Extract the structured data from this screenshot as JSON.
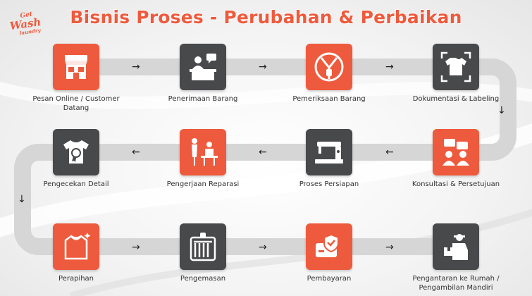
{
  "header": {
    "title": "Bisnis Proses - Perubahan & Perbaikan",
    "logo": {
      "line1": "Get",
      "line2": "Wash",
      "line3": "laundry"
    }
  },
  "steps": [
    {
      "label": "Pesan Online / Customer Datang",
      "icon": "storefront-icon",
      "color": "#ee5a3d"
    },
    {
      "label": "Penerimaan Barang",
      "icon": "reception-desk-icon",
      "color": "#48494b"
    },
    {
      "label": "Pemeriksaan Barang",
      "icon": "zipper-icon",
      "color": "#ee5a3d"
    },
    {
      "label": "Dokumentasi & Labeling",
      "icon": "shirt-photo-icon",
      "color": "#48494b"
    },
    {
      "label": "Konsultasi & Persetujuan",
      "icon": "consultation-icon",
      "color": "#ee5a3d"
    },
    {
      "label": "Proses Persiapan",
      "icon": "sewing-machine-icon",
      "color": "#48494b"
    },
    {
      "label": "Pengerjaan Reparasi",
      "icon": "tailor-icon",
      "color": "#ee5a3d"
    },
    {
      "label": "Pengecekan Detail",
      "icon": "shirt-badge-icon",
      "color": "#48494b"
    },
    {
      "label": "Perapihan",
      "icon": "folded-shirt-icon",
      "color": "#ee5a3d"
    },
    {
      "label": "Pengemasan",
      "icon": "garment-rack-icon",
      "color": "#48494b"
    },
    {
      "label": "Pembayaran",
      "icon": "payment-icon",
      "color": "#ee5a3d"
    },
    {
      "label": "Pengantaran ke Rumah / Pengambilan Mandiri",
      "icon": "delivery-icon",
      "color": "#48494b"
    }
  ],
  "arrows": {
    "right": "→",
    "left": "←",
    "down": "↓"
  }
}
